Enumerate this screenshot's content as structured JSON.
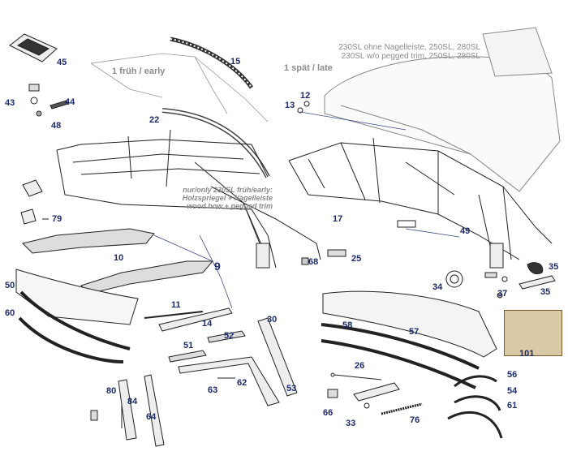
{
  "notes": {
    "early": "1 früh / early",
    "late": "1 spät / late",
    "late_variant_line1": "230SL ohne Nagelleiste, 250SL, 280SL",
    "late_variant_line2": "230SL w/o pegged trim, 250SL, 280SL",
    "early_only_line1": "nur/only 230SL früh/early:",
    "early_only_line2": "Holzspriegel + Nagelleiste",
    "early_only_line3": "wood bow + pegged trim"
  },
  "parts": {
    "p45": "45",
    "p43": "43",
    "p44": "44",
    "p48": "48",
    "p15": "15",
    "p22": "22",
    "p12": "12",
    "p13": "13",
    "p79": "79",
    "p10": "10",
    "p9": "9",
    "p17": "17",
    "p49": "49",
    "p25": "25",
    "p68": "68",
    "p35a": "35",
    "p35b": "35",
    "p37": "37",
    "p34": "34",
    "p50": "50",
    "p60": "60",
    "p11": "11",
    "p14": "14",
    "p30": "30",
    "p58": "58",
    "p57": "57",
    "p51": "51",
    "p52": "52",
    "p62": "62",
    "p63": "63",
    "p53": "53",
    "p26": "26",
    "p80": "80",
    "p84": "84",
    "p64": "64",
    "p66": "66",
    "p33": "33",
    "p76": "76",
    "p56": "56",
    "p54": "54",
    "p61": "61",
    "p101": "101"
  },
  "colors": {
    "label": "#1c2a6b",
    "note": "#8c8c8c",
    "line": "#222222",
    "leader": "#3d4a8a"
  }
}
